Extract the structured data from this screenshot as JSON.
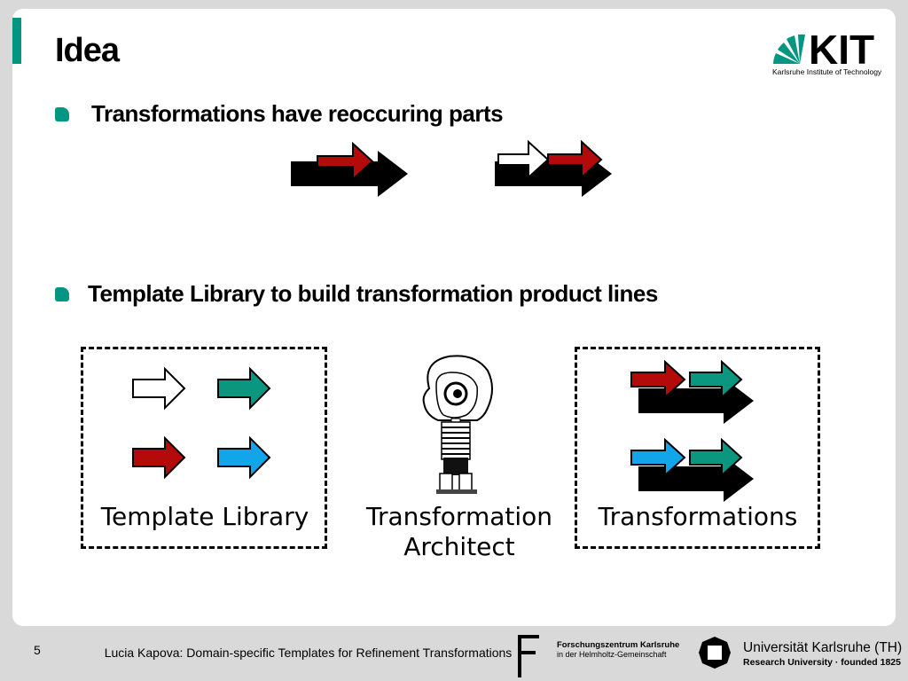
{
  "slide": {
    "title": "Idea",
    "logo": {
      "subtitle": "Karlsruhe Institute of Technology",
      "wordmark": "KIT",
      "icon": "kit-fan-icon",
      "color": "#009682"
    },
    "bullets": [
      {
        "text": "Transformations have reoccuring parts"
      },
      {
        "text": "Template Library to build transformation product lines"
      }
    ],
    "captions": {
      "library": "Template Library",
      "architect_line1": "Transformation",
      "architect_line2": "Architect",
      "transformations": "Transformations"
    },
    "arrow_colors": {
      "red": "#b50a0a",
      "teal": "#0b9680",
      "blue": "#12a5ea",
      "white": "#ffffff",
      "black": "#000000"
    }
  },
  "footer": {
    "page_number": "5",
    "text": "Lucia Kapova: Domain-specific Templates for Refinement Transformations",
    "fzk_line1": "Forschungszentrum Karlsruhe",
    "fzk_line2": "in der Helmholtz-Gemeinschaft",
    "uka_line1": "Universität Karlsruhe (TH)",
    "uka_line2": "Research University · founded 1825"
  }
}
